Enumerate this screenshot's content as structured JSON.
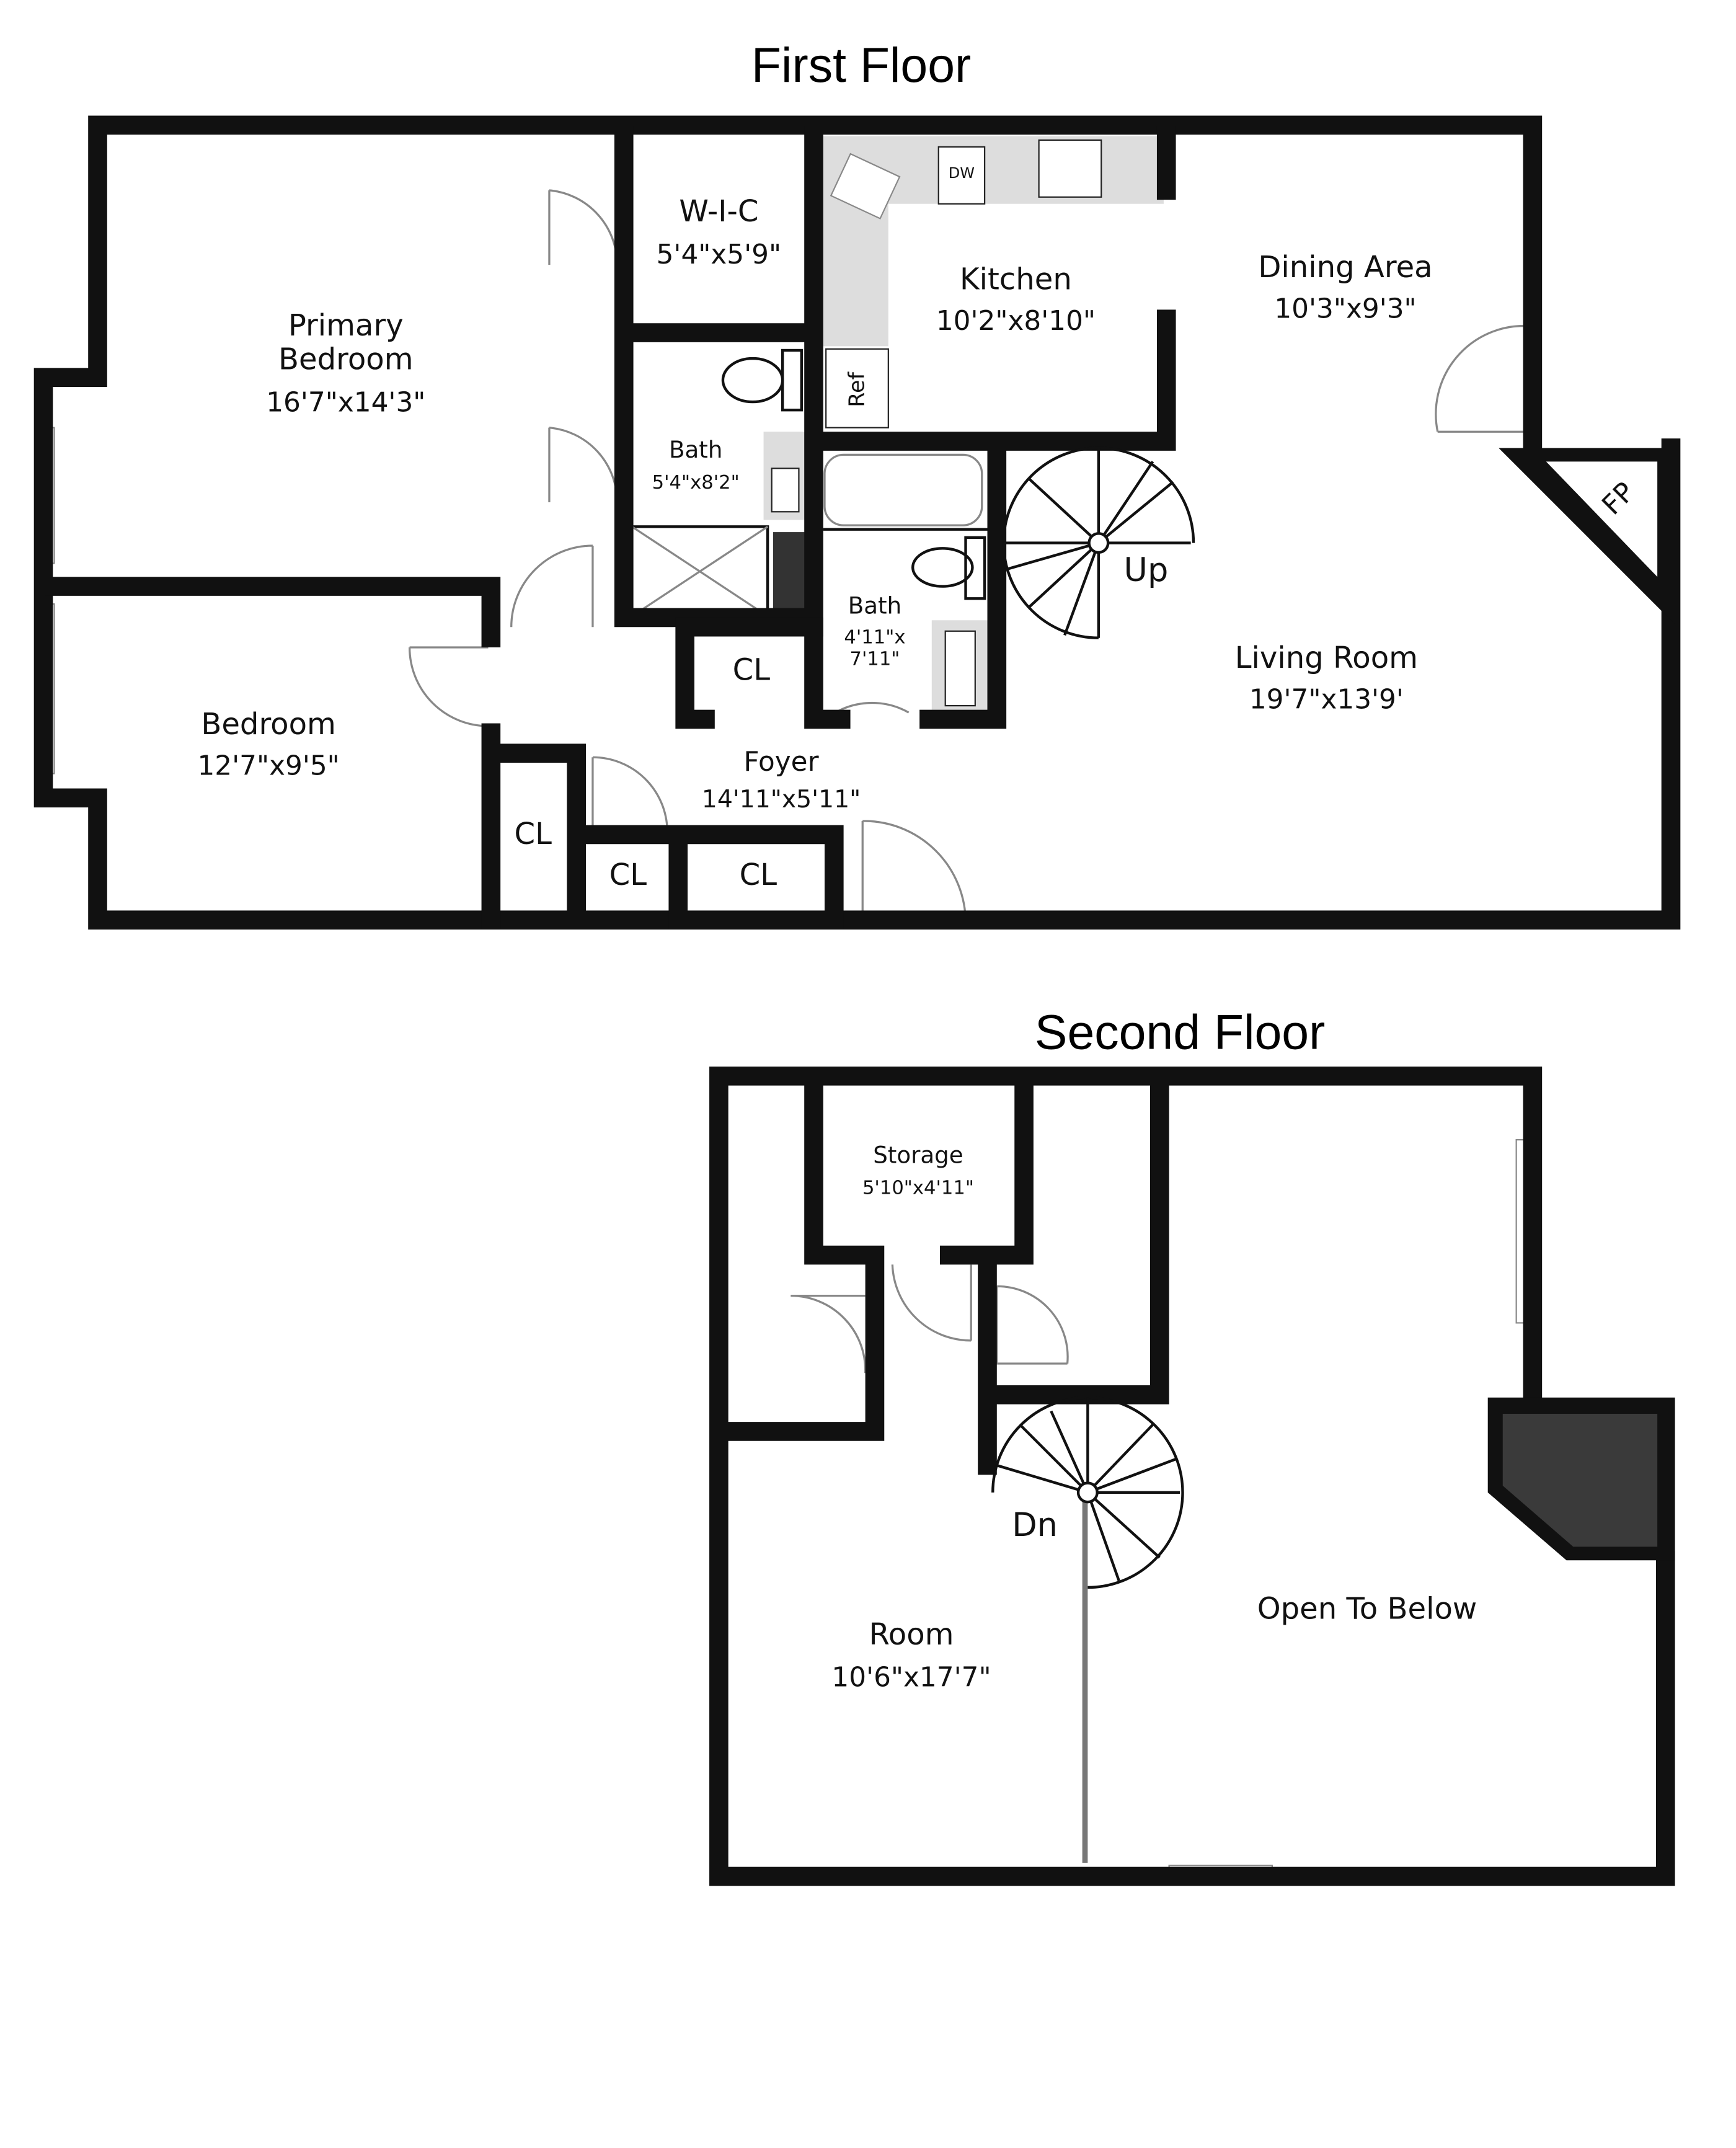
{
  "first_floor": {
    "title": "First Floor",
    "rooms": {
      "primary_bedroom": {
        "name1": "Primary",
        "name2": "Bedroom",
        "size": "16'7\"x14'3\""
      },
      "wic": {
        "name": "W-I-C",
        "size": "5'4\"x5'9\""
      },
      "kitchen": {
        "name": "Kitchen",
        "size": "10'2\"x8'10\""
      },
      "dining": {
        "name": "Dining Area",
        "size": "10'3\"x9'3\""
      },
      "bath1": {
        "name": "Bath",
        "size": "5'4\"x8'2\""
      },
      "bath2": {
        "name": "Bath",
        "size1": "4'11\"x",
        "size2": "7'11\""
      },
      "living": {
        "name": "Living Room",
        "size": "19'7\"x13'9'"
      },
      "bedroom": {
        "name": "Bedroom",
        "size": "12'7\"x9'5\""
      },
      "foyer": {
        "name": "Foyer",
        "size": "14'11\"x5'11\""
      }
    },
    "labels": {
      "closet": "CL",
      "dw": "DW",
      "ref": "Ref",
      "fp": "FP",
      "up": "Up"
    }
  },
  "second_floor": {
    "title": "Second Floor",
    "rooms": {
      "storage": {
        "name": "Storage",
        "size": "5'10\"x4'11\""
      },
      "room": {
        "name": "Room",
        "size": "10'6\"x17'7\""
      },
      "open": {
        "name": "Open To Below"
      }
    },
    "labels": {
      "dn": "Dn"
    }
  }
}
